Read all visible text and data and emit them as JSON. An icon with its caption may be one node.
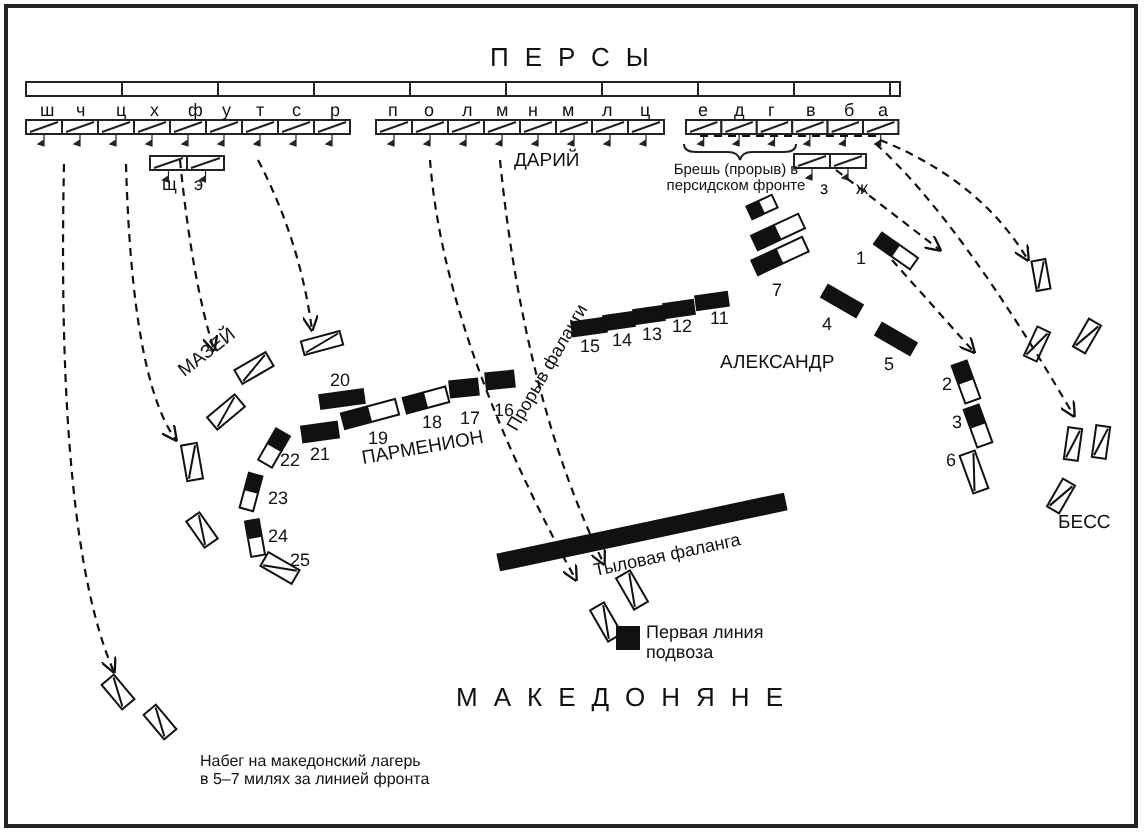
{
  "diagram": {
    "labels": [
      "ПЕРСЫ",
      "ш",
      "ч",
      "ц",
      "х",
      "ф",
      "у",
      "т",
      "с",
      "р",
      "п",
      "о",
      "л",
      "м",
      "н",
      "м",
      "л",
      "ц",
      "е",
      "д",
      "г",
      "в",
      "б",
      "а",
      "ДАРИЙ",
      "щ",
      "э",
      "Брешь (прорыв) в персидском фронте",
      "з",
      "ж",
      "1",
      "7",
      "15",
      "14",
      "13",
      "12",
      "11",
      "4",
      "АЛЕКСАНДР",
      "5",
      "МАЗЕЙ",
      "20",
      "18",
      "17",
      "16",
      "Прорыв фаланги",
      "22",
      "21",
      "19",
      "ПАРМЕНИОН",
      "2",
      "3",
      "23",
      "24",
      "6",
      "25",
      "БЕСС",
      "Тыловая фаланга",
      "МАКЕДОНЯНЕ",
      "Набег на македонский лагерь в 5–7 милях за линией фронта"
    ],
    "legend": [
      {
        "text": "Первая линия подвоза",
        "color": "#111111"
      }
    ]
  }
}
